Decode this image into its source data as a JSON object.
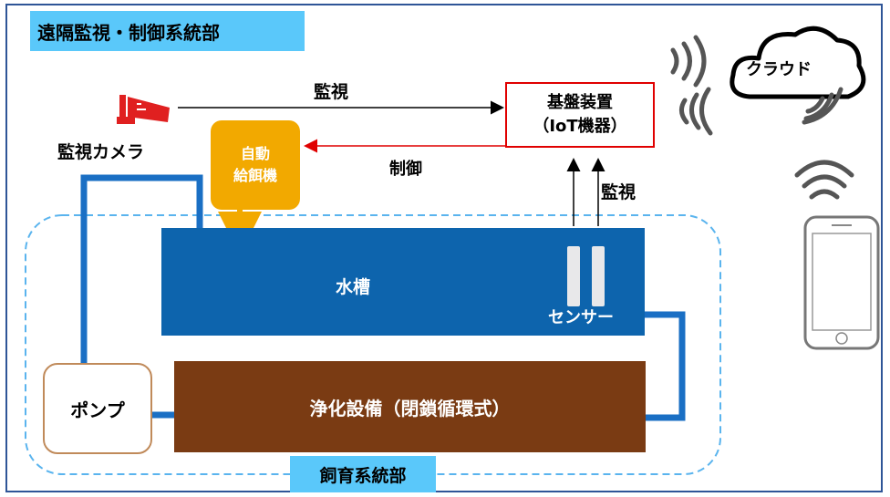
{
  "diagram": {
    "remote_section_title": "遠隔監視・制御系統部",
    "breeding_section_title": "飼育系統部",
    "camera_label": "監視カメラ",
    "monitor_top_label": "監視",
    "control_label": "制御",
    "monitor_side_label": "監視",
    "iot_device": {
      "line1": "基盤装置",
      "line2": "（IoT機器）"
    },
    "feeder": {
      "line1": "自動",
      "line2": "給餌機"
    },
    "tank_label": "水槽",
    "sensor_label": "センサー",
    "purifier_label": "浄化設備（閉鎖循環式）",
    "pump_label": "ポンプ",
    "cloud_label": "クラウド",
    "colors": {
      "frame": "#2f5597",
      "section_label_bg": "#5ac8fa",
      "control_arrow": "#e00000",
      "feeder": "#f2a900",
      "tank": "#0d64ad",
      "purifier": "#7a3b13",
      "pipe": "#1a6fc4",
      "camera": "#e02020"
    },
    "icons": [
      "camera-icon",
      "cloud-icon",
      "wifi-icon",
      "smartphone-icon",
      "oyster-icon"
    ]
  }
}
